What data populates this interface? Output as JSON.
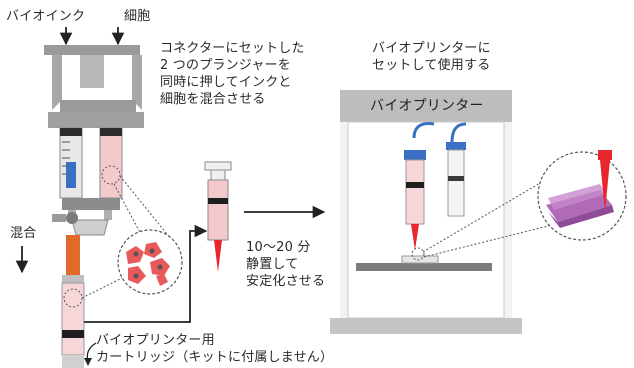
{
  "labels": {
    "bioink": "バイオインク",
    "cells": "細胞",
    "connector_note": "コネクターにセットした\n2 つのプランジャーを\n同時に押してインクと\n細胞を混合させる",
    "printer_note": "バイオプリンターに\nセットして使用する",
    "mix": "混合",
    "rest_note": "10～20 分\n静置して\n安定化させる",
    "printer_title": "バイオプリンター",
    "cartridge_note": "バイオプリンター用\nカートリッジ（キットに付属しません）"
  },
  "colors": {
    "gray": "#9a9a9a",
    "dark_gray": "#6e6e6e",
    "pink_fill": "#f4c9cc",
    "red_tip": "#e8262e",
    "orange_tube": "#e06a2a",
    "blue_cap": "#3a6fc4",
    "cell_red": "#e85a5a",
    "tissue_purple": "#b06ab8",
    "panel_bg": "#f2f2f2"
  },
  "icons": [
    "double-syringe-icon",
    "cell-cluster-icon",
    "syringe-icon",
    "bioprinter-icon",
    "printed-tissue-icon"
  ]
}
